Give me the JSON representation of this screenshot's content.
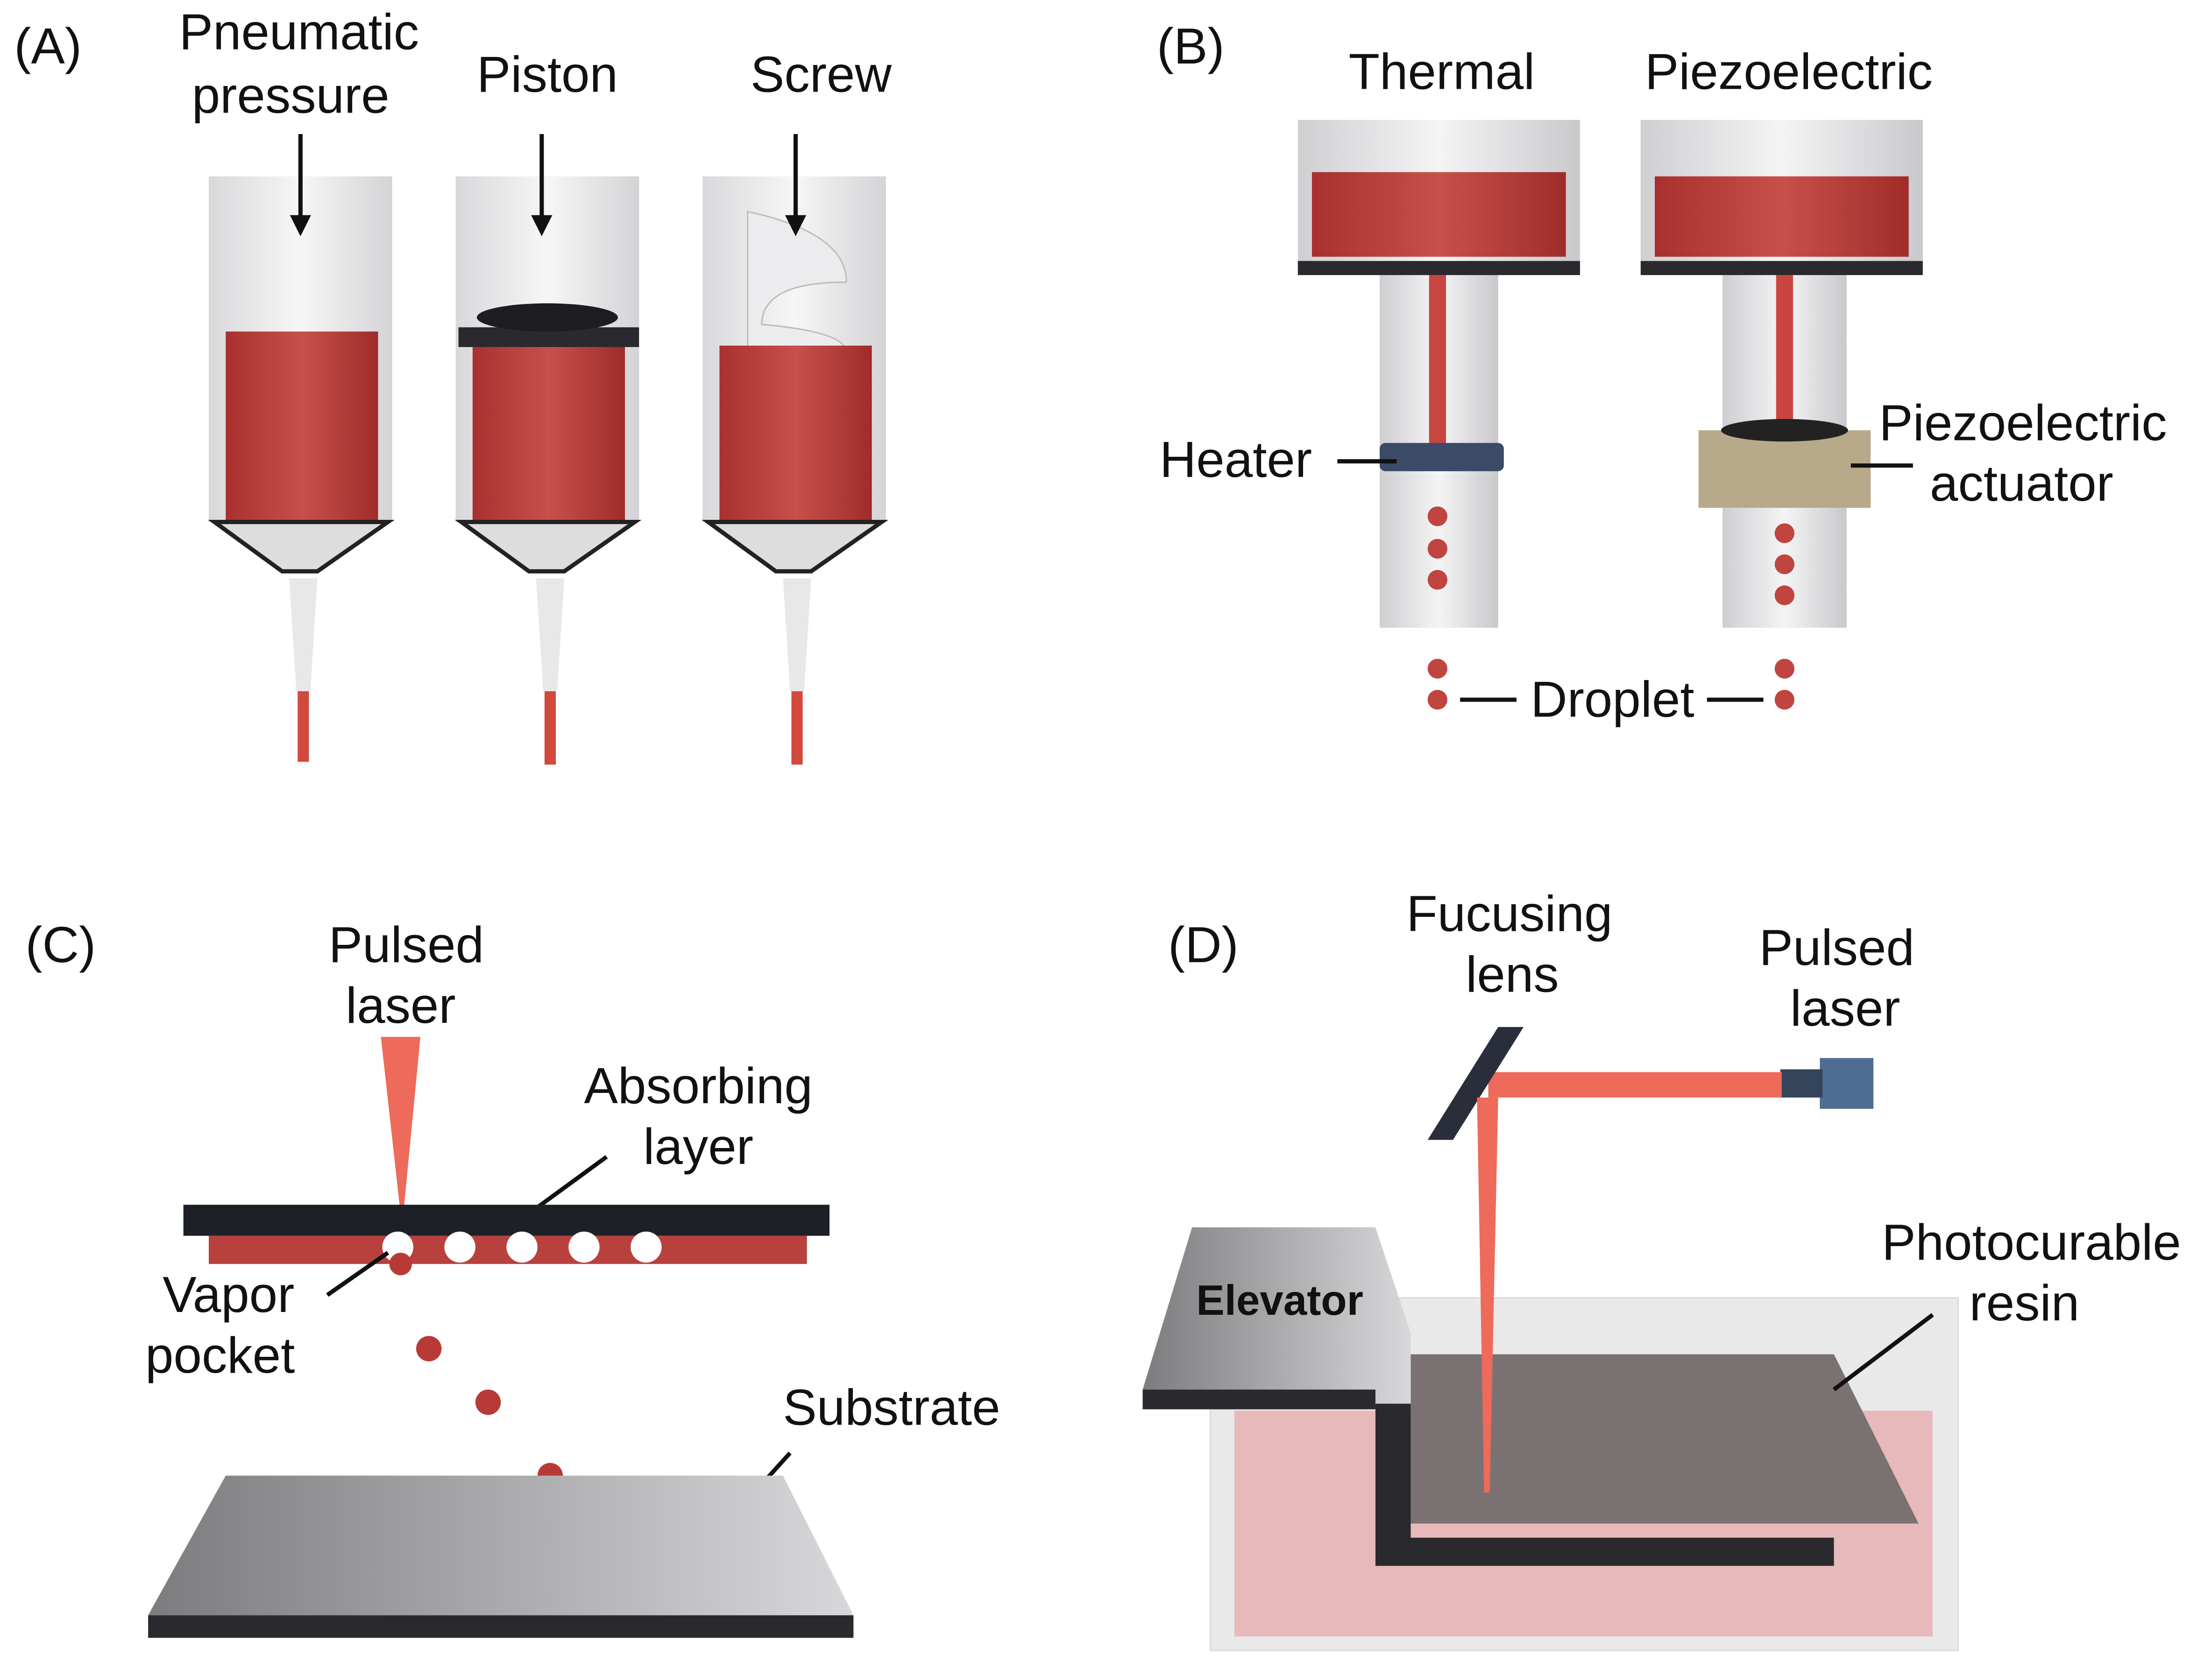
{
  "panels": {
    "a": {
      "tag": "(A)",
      "pneumatic_1": "Pneumatic",
      "pneumatic_2": "pressure",
      "piston": "Piston",
      "screw": "Screw"
    },
    "b": {
      "tag": "(B)",
      "thermal": "Thermal",
      "piezo": "Piezoelectric",
      "heater": "Heater",
      "actuator_1": "Piezoelectric",
      "actuator_2": "actuator",
      "droplet": "Droplet"
    },
    "c": {
      "tag": "(C)",
      "laser_1": "Pulsed",
      "laser_2": "laser",
      "absorb_1": "Absorbing",
      "absorb_2": "layer",
      "vapor_1": "Vapor",
      "vapor_2": "pocket",
      "substrate": "Substrate"
    },
    "d": {
      "tag": "(D)",
      "lens_1": "Fucusing",
      "lens_2": "lens",
      "laser_1": "Pulsed",
      "laser_2": "laser",
      "elevator": "Elevator",
      "resin_1": "Photocurable",
      "resin_2": "resin"
    }
  },
  "colors": {
    "bioink": "#b8413d",
    "laser": "#ee6a5a",
    "dark": "#2a2a2e",
    "glass": "#e4e4e6"
  }
}
